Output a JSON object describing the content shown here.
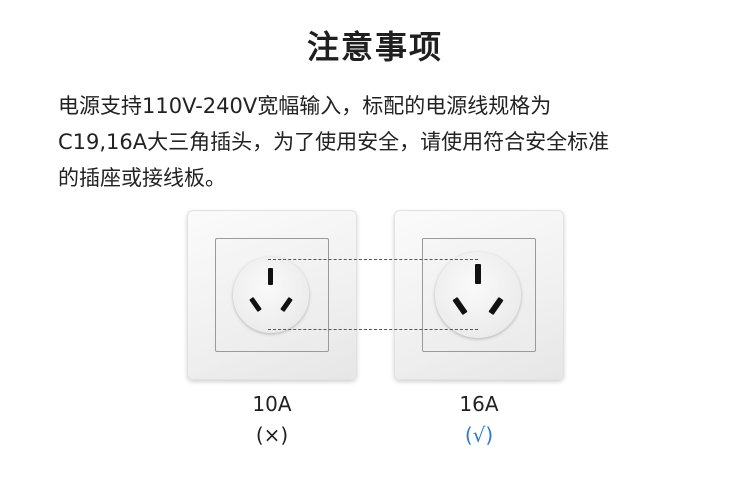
{
  "title": "注意事项",
  "description": {
    "line1": "电源支持110V-240V宽幅输入，标配的电源线规格为",
    "line2": "C19,16A大三角插头，为了使用安全，请使用符合安全标准",
    "line3": "的插座或接线板。"
  },
  "sockets": [
    {
      "rating": "10A",
      "verdict": "(×)",
      "verdict_color": "#222222"
    },
    {
      "rating": "16A",
      "verdict": "(√)",
      "verdict_color": "#2b7ad8"
    }
  ]
}
